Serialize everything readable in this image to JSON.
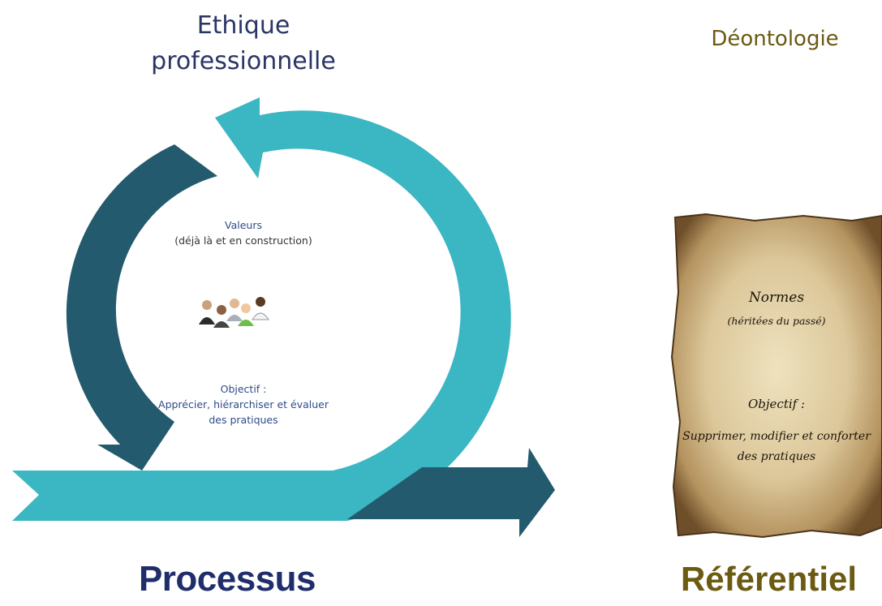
{
  "titles": {
    "ethique": "Ethique professionnelle",
    "deontologie": "Déontologie"
  },
  "process_panel": {
    "valeurs_line1": "Valeurs",
    "valeurs_line2": "(déjà là et en construction)",
    "objectif_label": "Objectif :",
    "objectif_text": "Apprécier, hiérarchiser et évaluer des pratiques",
    "people_icon": "group-of-people-icon"
  },
  "parchment": {
    "normes": "Normes",
    "normes_sub": "(héritées du passé)",
    "objectif_label": "Objectif :",
    "objectif_text": "Supprimer, modifier et conforter des pratiques"
  },
  "captions": {
    "processus": "Processus",
    "referentiel": "Référentiel"
  },
  "colors": {
    "cycle_dark": "#245a6e",
    "cycle_light": "#3bb6c3",
    "ethique_title": "#2a3566",
    "deontologie": "#6b5a12",
    "processus": "#1f2d6b"
  }
}
